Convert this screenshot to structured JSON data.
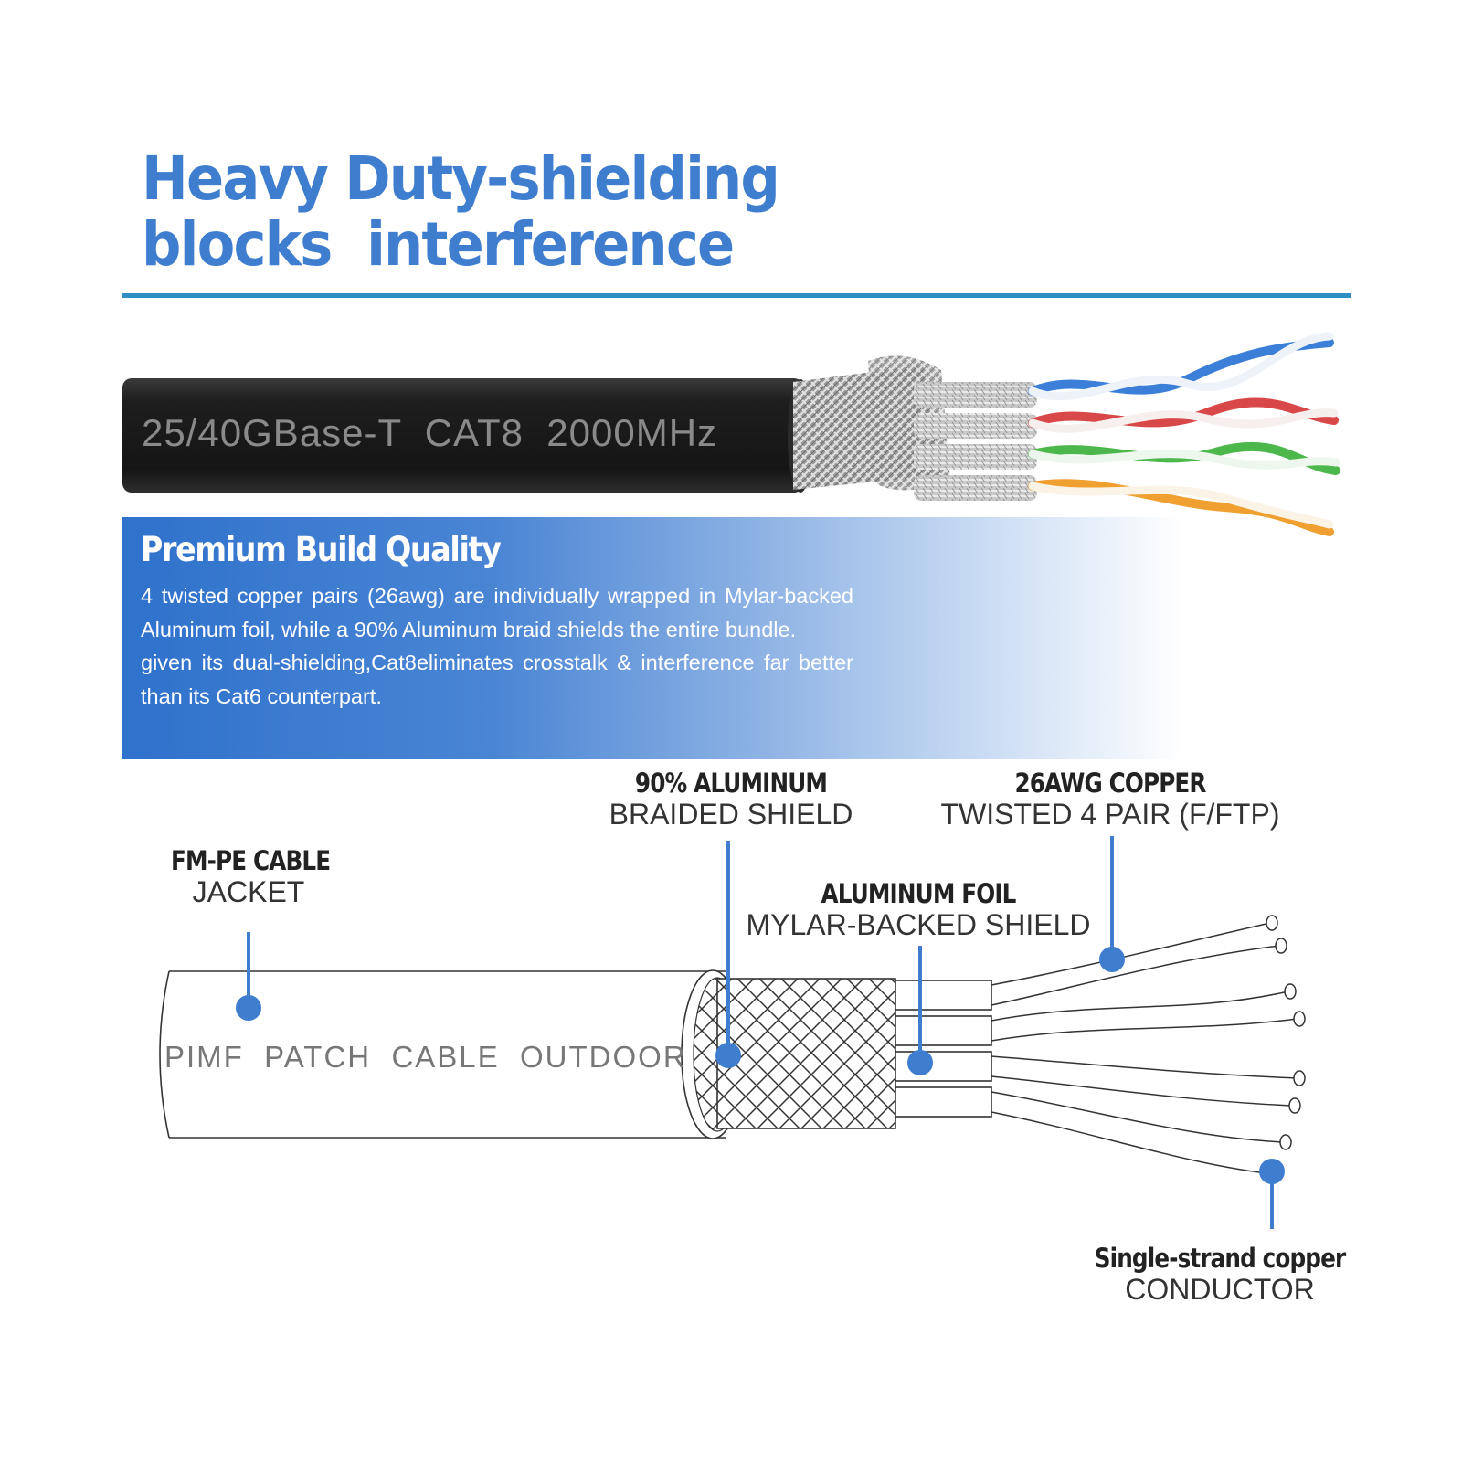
{
  "headline": {
    "line1": "Heavy Duty-shielding",
    "line2": "blocks  interference"
  },
  "cable_print": "25/40GBase-T  CAT8  2000MHz",
  "panel": {
    "title": "Premium Build Quality",
    "paragraph1": "4 twisted copper pairs (26awg) are individually wrapped in Mylar-backed Aluminum foil, while a 90% Aluminum braid shields the entire bundle.",
    "paragraph2": "given its dual-shielding,Cat8eliminates crosstalk & interference far better than its Cat6 counterpart."
  },
  "diagram": {
    "jacket_print": "PIMF  PATCH  CABLE  OUTDOOR",
    "labels": {
      "jacket": {
        "bold": "FM-PE CABLE",
        "normal": "JACKET"
      },
      "braid": {
        "bold": "90% ALUMINUM",
        "normal": "BRAIDED SHIELD"
      },
      "pairs": {
        "bold": "26AWG COPPER",
        "normal": "TWISTED 4 PAIR (F/FTP)"
      },
      "foil": {
        "bold": "ALUMINUM FOIL",
        "normal": "MYLAR-BACKED SHIELD"
      },
      "conductor": {
        "bold": "Single-strand copper",
        "normal": "CONDUCTOR"
      }
    }
  },
  "colors": {
    "headline": "#3f7dcf",
    "rule": "#2f8fc4",
    "panel_start": "#2f72cc",
    "callout": "#3f7dcf",
    "jacket": "#1c1c1c",
    "pair_blue": "#3b7fd9",
    "pair_red": "#d94848",
    "pair_green": "#4cb84c",
    "pair_orange": "#f0a030"
  }
}
